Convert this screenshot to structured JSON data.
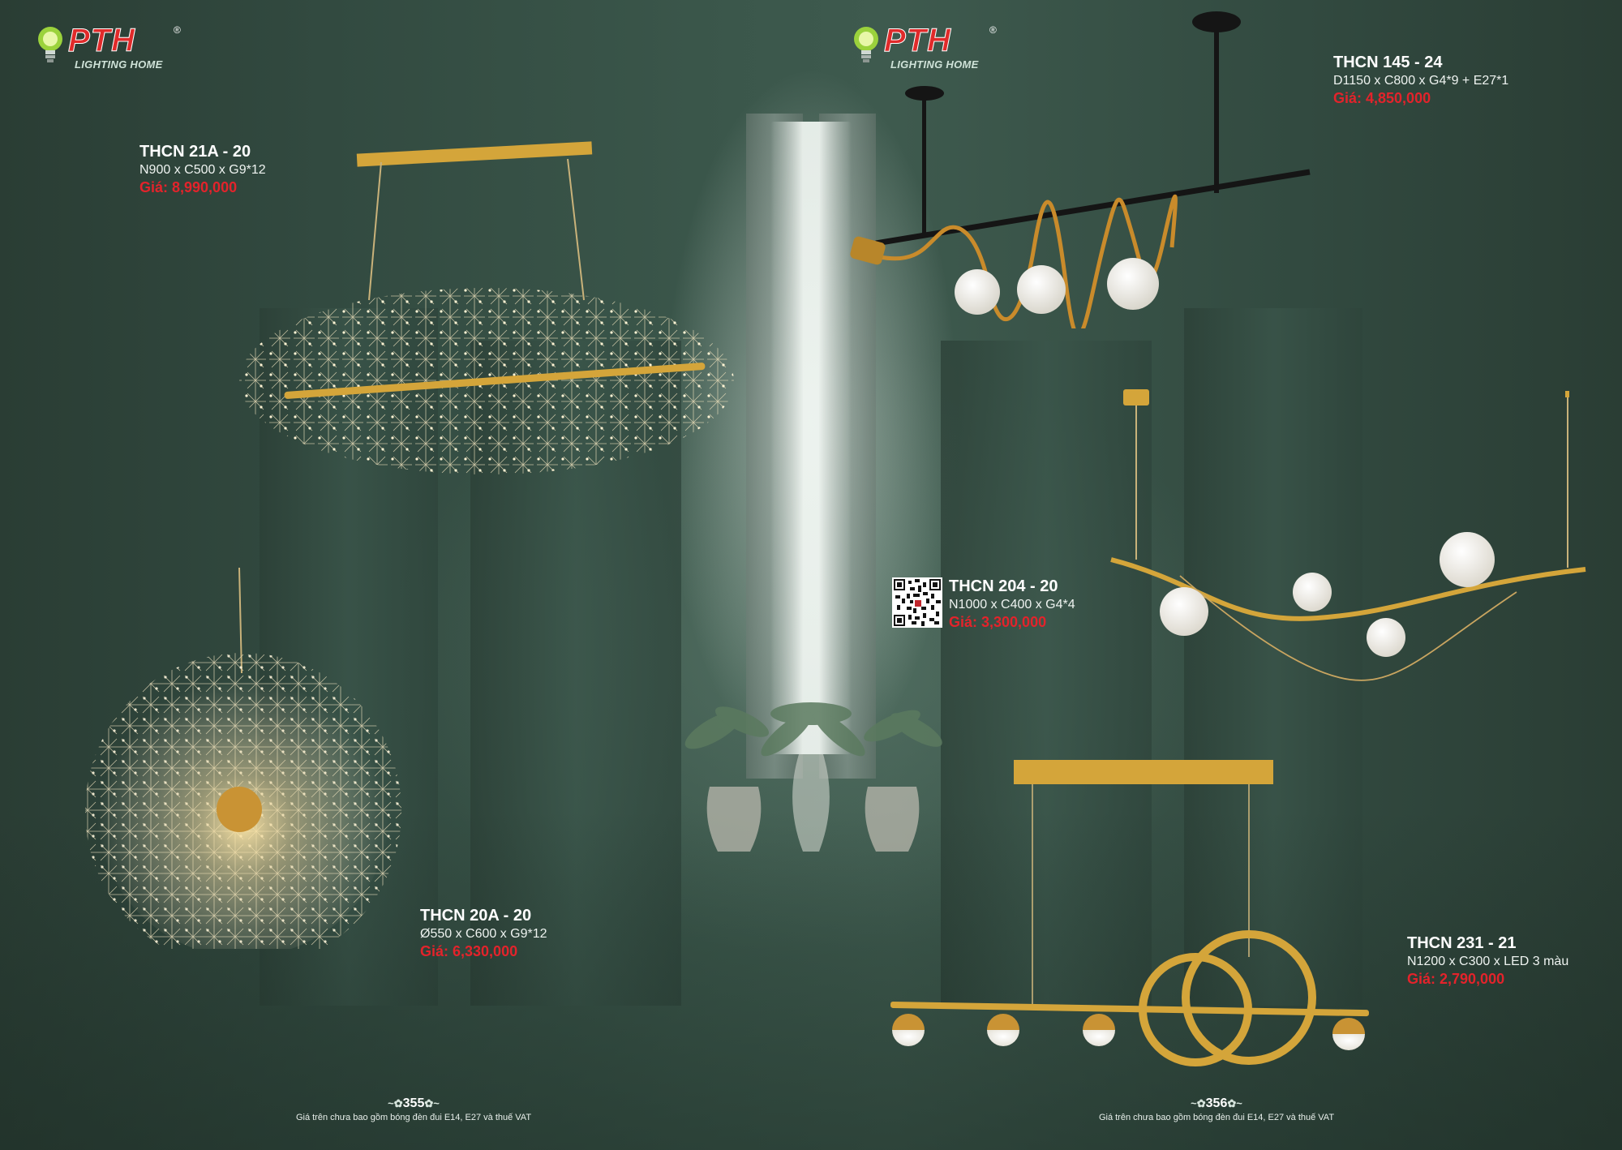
{
  "brand": {
    "name": "PTH",
    "registered": "®",
    "tagline": "LIGHTING HOME"
  },
  "products": [
    {
      "code": "THCN 21A - 20",
      "spec": "N900 x C500 x G9*12",
      "price": "Giá: 8,990,000"
    },
    {
      "code": "THCN 20A - 20",
      "spec": "Ø550 x C600 x G9*12",
      "price": "Giá: 6,330,000"
    },
    {
      "code": "THCN 145 - 24",
      "spec": "D1150 x C800 x G4*9 + E27*1",
      "price": "Giá: 4,850,000"
    },
    {
      "code": "THCN 204 - 20",
      "spec": "N1000 x C400 x G4*4",
      "price": "Giá: 3,300,000"
    },
    {
      "code": "THCN 231 - 21",
      "spec": "N1200 x C300 x LED 3 màu",
      "price": "Giá: 2,790,000"
    }
  ],
  "footers": [
    {
      "page": "355",
      "note": "Giá trên chưa bao gồm bóng đèn đui E14, E27 và thuế VAT"
    },
    {
      "page": "356",
      "note": "Giá trên chưa bao gồm bóng đèn đui E14, E27 và thuế VAT"
    }
  ],
  "colors": {
    "background": "#34503f",
    "brand_red": "#e02a2a",
    "price_red": "#e3232b",
    "gold": "#d4a53a"
  },
  "icons": [
    "bulb-logo-icon",
    "qr-code"
  ]
}
